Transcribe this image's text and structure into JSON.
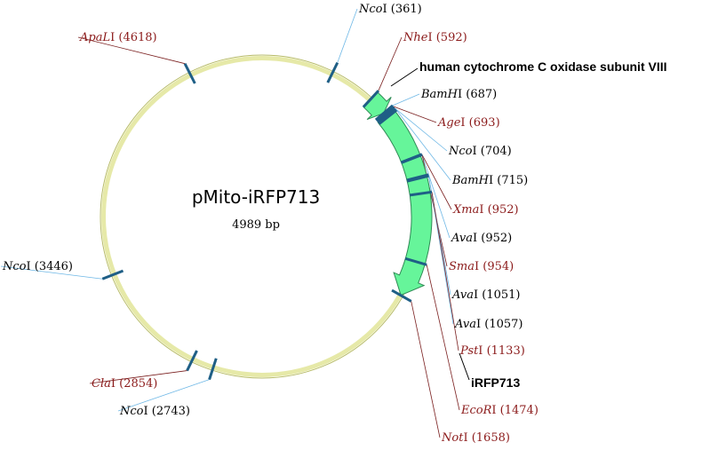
{
  "plasmid": {
    "name": "pMito-iRFP713",
    "size_label": "4989 bp",
    "size_bp": 4989
  },
  "colors": {
    "backbone": "#e6e9a8",
    "backbone_edge": "#b8bc6a",
    "feature_fill": "#66f59a",
    "feature_edge": "#2f8a55",
    "cut_tick": "#1f5f86",
    "leader_common": "#6fb8e6",
    "leader_unique": "#7a1f1f",
    "label_common": "#000000",
    "label_unique": "#8b1a1a"
  },
  "features": [
    {
      "label": "human cytochrome C oxidase subunit VIII",
      "start": 592,
      "end": 687
    },
    {
      "label": "iRFP713",
      "start": 704,
      "end": 1657
    }
  ],
  "sites": [
    {
      "name": "NcoI",
      "pos": 361,
      "position_label": "(361)",
      "unique": false
    },
    {
      "name": "NheI",
      "pos": 592,
      "position_label": "(592)",
      "unique": true
    },
    {
      "name": "BamHI",
      "pos": 687,
      "position_label": "(687)",
      "unique": false
    },
    {
      "name": "AgeI",
      "pos": 693,
      "position_label": "(693)",
      "unique": true
    },
    {
      "name": "NcoI",
      "pos": 704,
      "position_label": "(704)",
      "unique": false
    },
    {
      "name": "BamHI",
      "pos": 715,
      "position_label": "(715)",
      "unique": false
    },
    {
      "name": "XmaI",
      "pos": 952,
      "position_label": "(952)",
      "unique": true
    },
    {
      "name": "AvaI",
      "pos": 952,
      "position_label": "(952)",
      "unique": false
    },
    {
      "name": "SmaI",
      "pos": 954,
      "position_label": "(954)",
      "unique": true
    },
    {
      "name": "AvaI",
      "pos": 1051,
      "position_label": "(1051)",
      "unique": false
    },
    {
      "name": "AvaI",
      "pos": 1057,
      "position_label": "(1057)",
      "unique": false
    },
    {
      "name": "PstI",
      "pos": 1133,
      "position_label": "(1133)",
      "unique": true
    },
    {
      "name": "EcoRI",
      "pos": 1474,
      "position_label": "(1474)",
      "unique": true
    },
    {
      "name": "NotI",
      "pos": 1658,
      "position_label": "(1658)",
      "unique": true
    },
    {
      "name": "NcoI",
      "pos": 2743,
      "position_label": "(2743)",
      "unique": false
    },
    {
      "name": "ClaI",
      "pos": 2854,
      "position_label": "(2854)",
      "unique": true
    },
    {
      "name": "NcoI",
      "pos": 3446,
      "position_label": "(3446)",
      "unique": false
    },
    {
      "name": "ApaLI",
      "pos": 4618,
      "position_label": "(4618)",
      "unique": true
    }
  ]
}
